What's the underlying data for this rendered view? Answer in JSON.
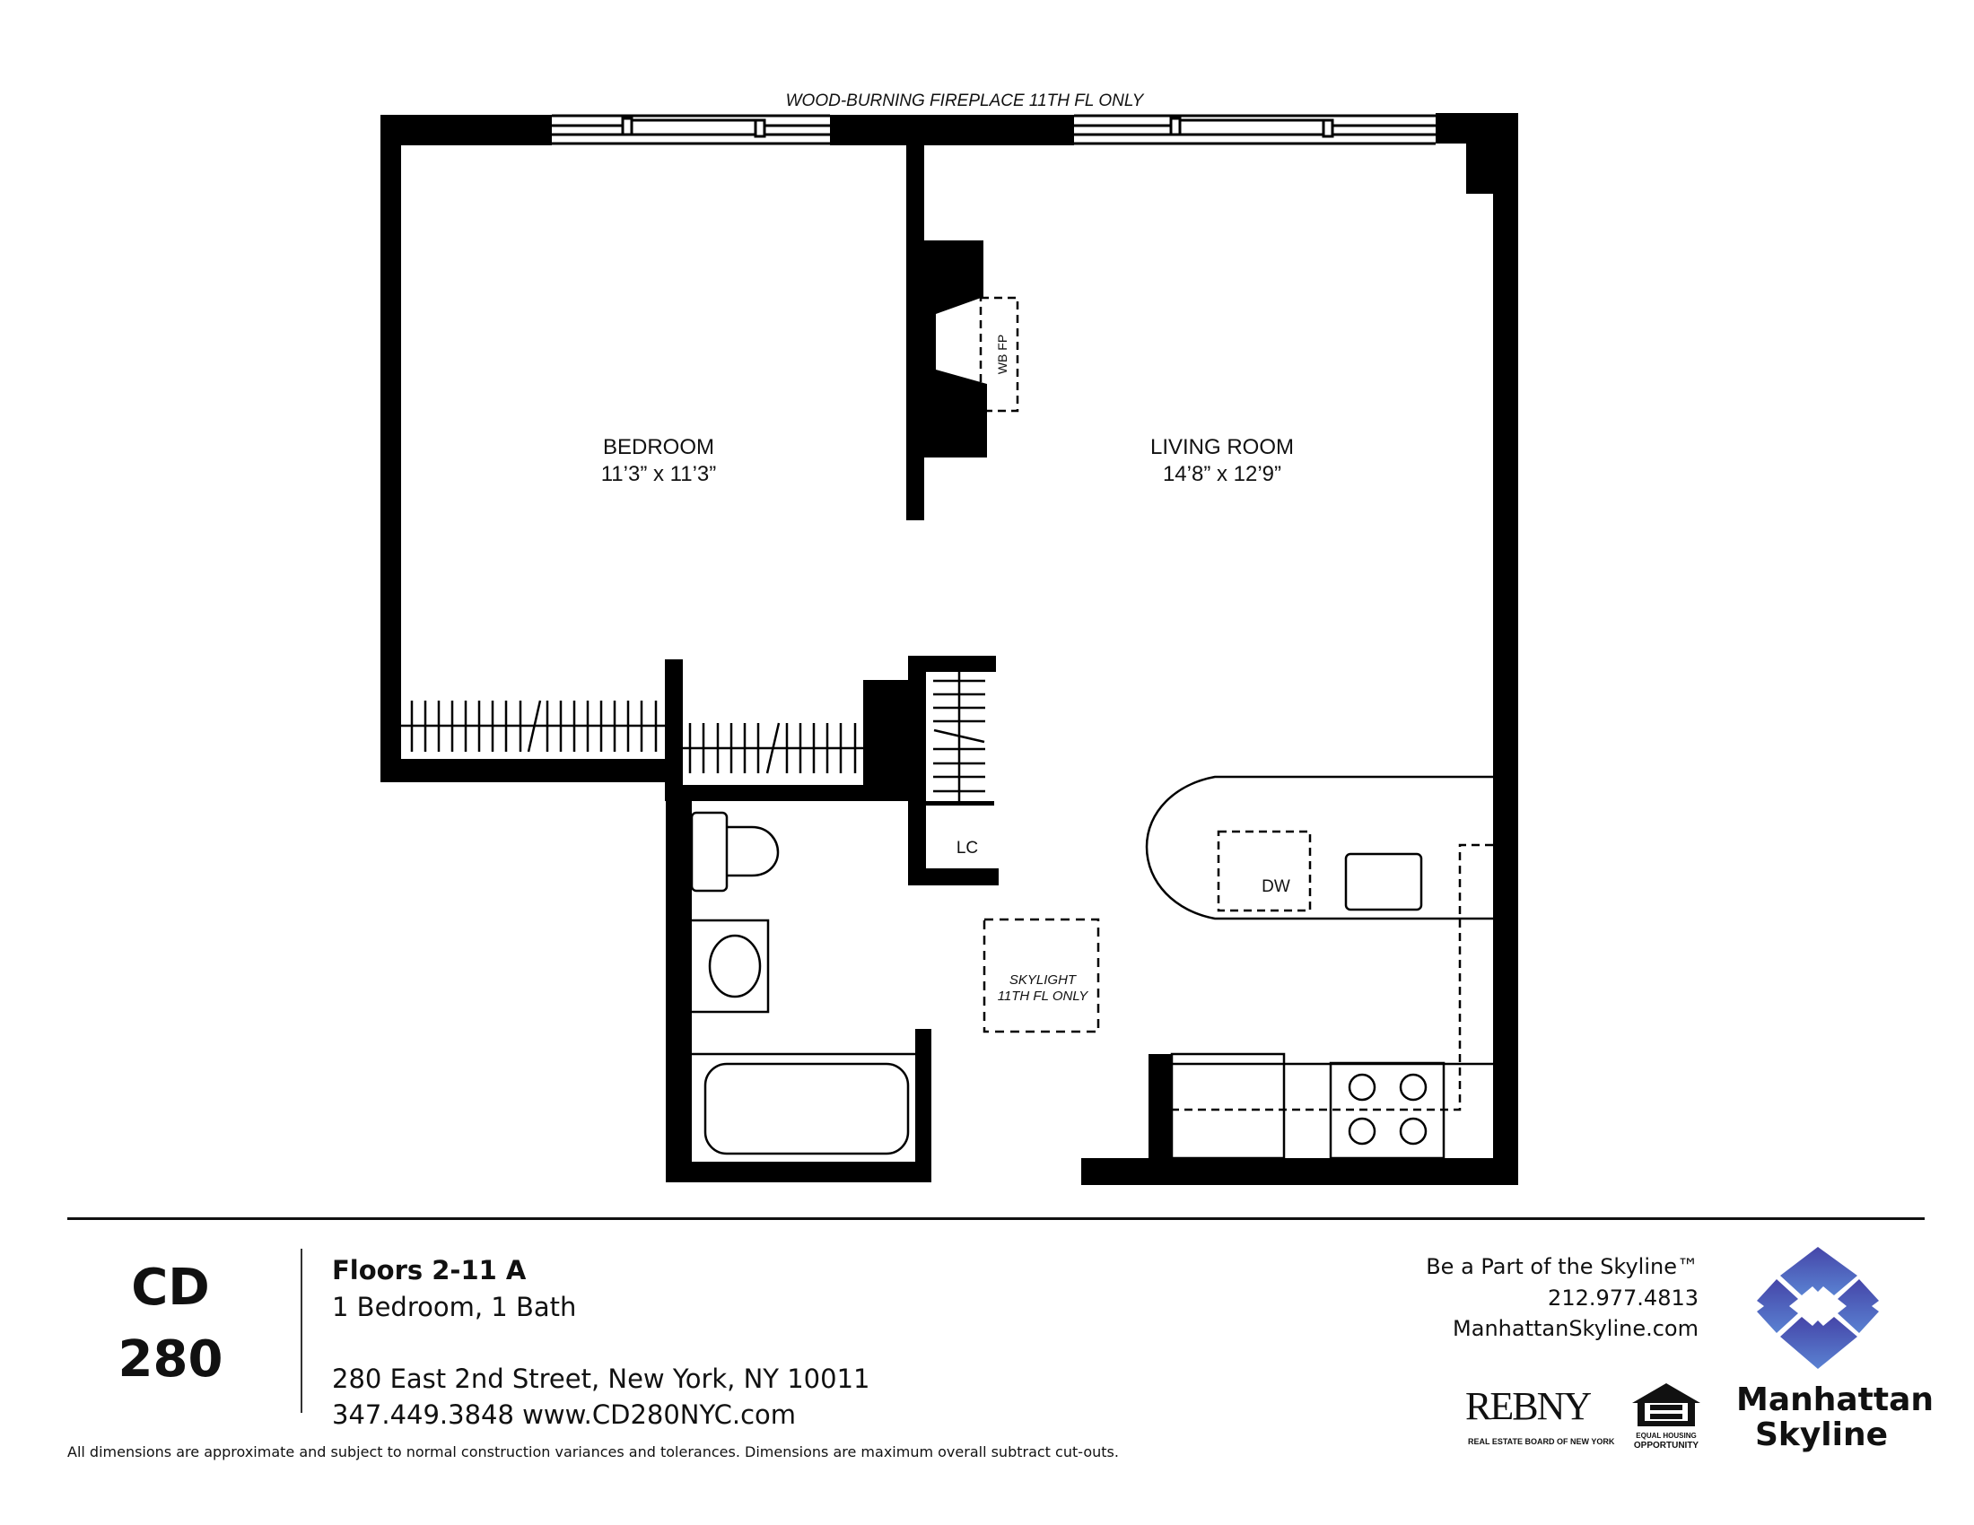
{
  "plan": {
    "top_note": "WOOD-BURNING FIREPLACE 11TH FL ONLY",
    "rooms": [
      {
        "name": "BEDROOM",
        "dimensions": "11’3” x 11’3”"
      },
      {
        "name": "LIVING ROOM",
        "dimensions": "14’8” x 12’9”"
      }
    ],
    "fireplace_label": "WB FP",
    "linen_closet_label": "LC",
    "dishwasher_label": "DW",
    "skylight_label": [
      "SKYLIGHT",
      "11TH FL ONLY"
    ]
  },
  "footer": {
    "building_code": [
      "CD",
      "280"
    ],
    "unit_title": "Floors 2-11 A",
    "unit_type": "1 Bedroom, 1 Bath",
    "address": "280 East 2nd Street, New York, NY 10011",
    "contact": "347.449.3848 www.CD280NYC.com",
    "tagline": "Be a Part of the Skyline™",
    "agency_phone": "212.977.4813",
    "agency_website": "ManhattanSkyline.com",
    "disclaimer": "All dimensions are approximate and subject to normal construction variances and tolerances. Dimensions are maximum overall subtract cut-outs.",
    "logos": {
      "rebny": "REBNY",
      "rebny_sub": "REAL ESTATE BOARD OF NEW YORK",
      "equal_housing": [
        "EQUAL HOUSING",
        "OPPORTUNITY"
      ],
      "manhattan_skyline": [
        "Manhattan",
        "Skyline"
      ],
      "brand_color": "#4a55b8"
    }
  }
}
